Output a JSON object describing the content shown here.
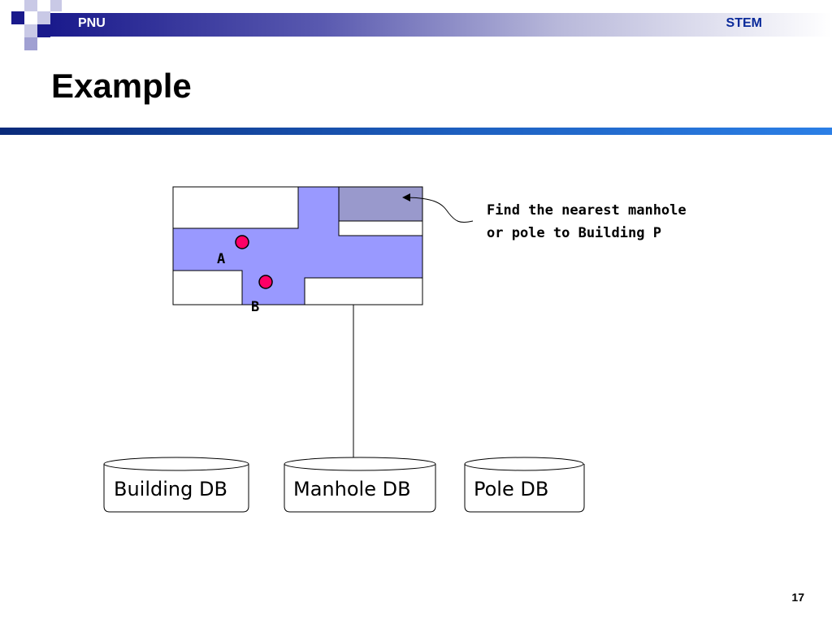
{
  "header": {
    "left_label": "PNU",
    "right_label": "STEM"
  },
  "slide": {
    "title": "Example",
    "page_number": "17"
  },
  "diagram": {
    "callout_line1": "Find the nearest manhole",
    "callout_line2": "or pole to Building P",
    "point_a": "A",
    "point_b": "B",
    "databases": {
      "building": "Building DB",
      "manhole": "Manhole DB",
      "pole": "Pole DB"
    }
  },
  "colors": {
    "road_fill": "#9999ff",
    "building_p_fill": "#9999cc",
    "point_fill": "#ff0066",
    "header_dark": "#1a1a8c",
    "rule_blue": "#1d5fbf"
  }
}
